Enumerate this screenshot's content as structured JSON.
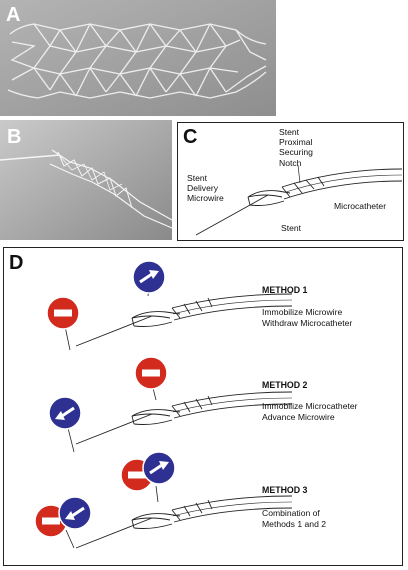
{
  "panels": {
    "a": {
      "letter": "A"
    },
    "b": {
      "letter": "B"
    },
    "c": {
      "letter": "C",
      "labels": {
        "notch": "Stent\nProximal\nSecuring\nNotch",
        "wire": "Stent\nDelivery\nMicrowire",
        "catheter": "Microcatheter",
        "stent": "Stent"
      }
    },
    "d": {
      "letter": "D",
      "methods": [
        {
          "title": "METHOD 1",
          "description": "Immobilize Microwire\nWithdraw Microcatheter"
        },
        {
          "title": "METHOD 2",
          "description": "Immobilize Microcatheter\nAdvance Microwire"
        },
        {
          "title": "METHOD 3",
          "description": "Combination of\nMethods 1 and 2"
        }
      ]
    }
  },
  "colors": {
    "stop_sign": "#d32a1e",
    "arrow_sign": "#2e3192",
    "photo_background": "#9c9c9c"
  },
  "icons": {
    "stop": "no-entry-sign-icon",
    "move": "direction-arrow-sign-icon"
  }
}
